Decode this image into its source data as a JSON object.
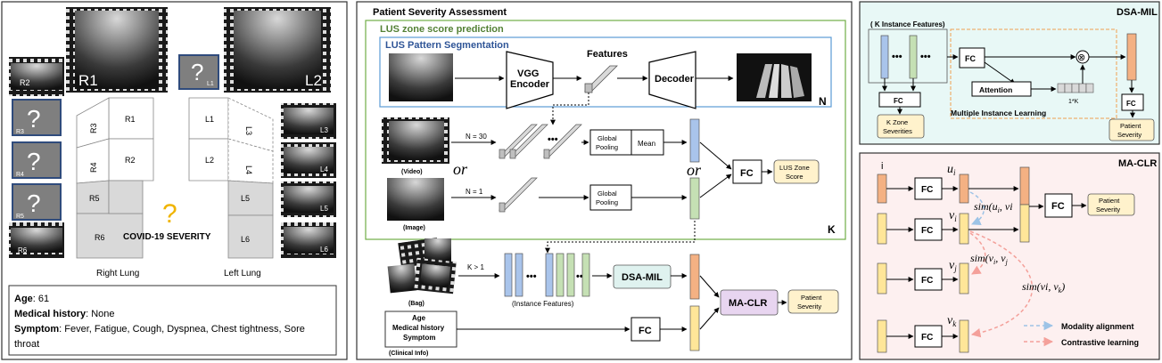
{
  "left": {
    "slots": [
      "R2",
      "R1",
      "L1",
      "L2",
      "R3",
      "R4",
      "R5",
      "R6",
      "L3",
      "L4",
      "L5",
      "L6"
    ],
    "qmark": "?",
    "zones_right": [
      "R1",
      "R2",
      "R3",
      "R4",
      "R5",
      "R6"
    ],
    "zones_left": [
      "L1",
      "L2",
      "L3",
      "L4",
      "L5",
      "L6"
    ],
    "severity_label": "COVID-19 SEVERITY",
    "right_lung": "Right Lung",
    "left_lung": "Left Lung",
    "info": {
      "age_label": "Age",
      "age_value": ": 61",
      "history_label": "Medical history",
      "history_value": ": None",
      "symptom_label": "Symptom",
      "symptom_value_1": ": Fever, Fatigue, Cough, Dyspnea, Chest tightness, Sore",
      "symptom_value_2": "throat"
    }
  },
  "middle": {
    "title": "Patient Severity Assessment",
    "zone_title": "LUS zone score prediction",
    "seg_title": "LUS Pattern Segmentation",
    "vgg": "VGG",
    "encoder": "Encoder",
    "features": "Features",
    "decoder": "Decoder",
    "n_label": "N",
    "k_label": "K",
    "n30": "N = 30",
    "n1": "N = 1",
    "video": "(Video)",
    "image": "(Image)",
    "global": "Global",
    "pooling": "Pooling",
    "mean": "Mean",
    "or": "or",
    "fc": "FC",
    "lus_zone": "LUS Zone",
    "score": "Score",
    "k_gt": "K > 1",
    "bag": "(Bag)",
    "instance_features": "(Instance Features)",
    "dsa_mil": "DSA-MIL",
    "ma_clr": "MA-CLR",
    "patient": "Patient",
    "severity": "Severity",
    "age": "Age",
    "medical_history": "Medical history",
    "symptom": "Symptom",
    "clinical_info": "(Clinical Info)"
  },
  "dsa": {
    "title": "DSA-MIL",
    "k_instance": "( K Instance Features)",
    "fc": "FC",
    "k_zone": "K Zone",
    "severities": "Severities",
    "attention": "Attention",
    "one_k": "1*K",
    "mil": "Multiple Instance Learning",
    "patient": "Patient",
    "severity": "Severity",
    "otimes": "⊗"
  },
  "ma": {
    "title": "MA-CLR",
    "i": "i",
    "j": "j",
    "k": "k",
    "fc": "FC",
    "u_i": "u",
    "u_sub": "i",
    "v_i": "v",
    "v_sub_i": "i",
    "v_j": "v",
    "v_sub_j": "j",
    "v_k": "v",
    "v_sub_k": "k",
    "sim1": "sim(u",
    "sim1b": ", vi",
    "sim2": "sim(v",
    "sim2b": ", v",
    "sim3": "sim(vi, v",
    "sim3b": ")",
    "patient": "Patient",
    "severity": "Severity",
    "modality": "Modality alignment",
    "contrastive": "Contrastive learning"
  },
  "colors": {
    "panel_border": "#333333",
    "zone_green": "#70ad47",
    "seg_blue": "#5b9bd5",
    "mint_bg": "#e8f8f6",
    "pink_bg": "#fdf0f0",
    "blue_bar": "#a9c4eb",
    "green_bar": "#c5e0b4",
    "orange_bar": "#f4b183",
    "yellow_bar": "#ffe699",
    "cream_box": "#fff2cc",
    "dsa_box": "#dff2ef",
    "maclr_box": "#e8d5f0",
    "arrow_blue": "#9dc3e6",
    "arrow_red": "#f4a09a",
    "qmark_orange": "#f0b400"
  }
}
